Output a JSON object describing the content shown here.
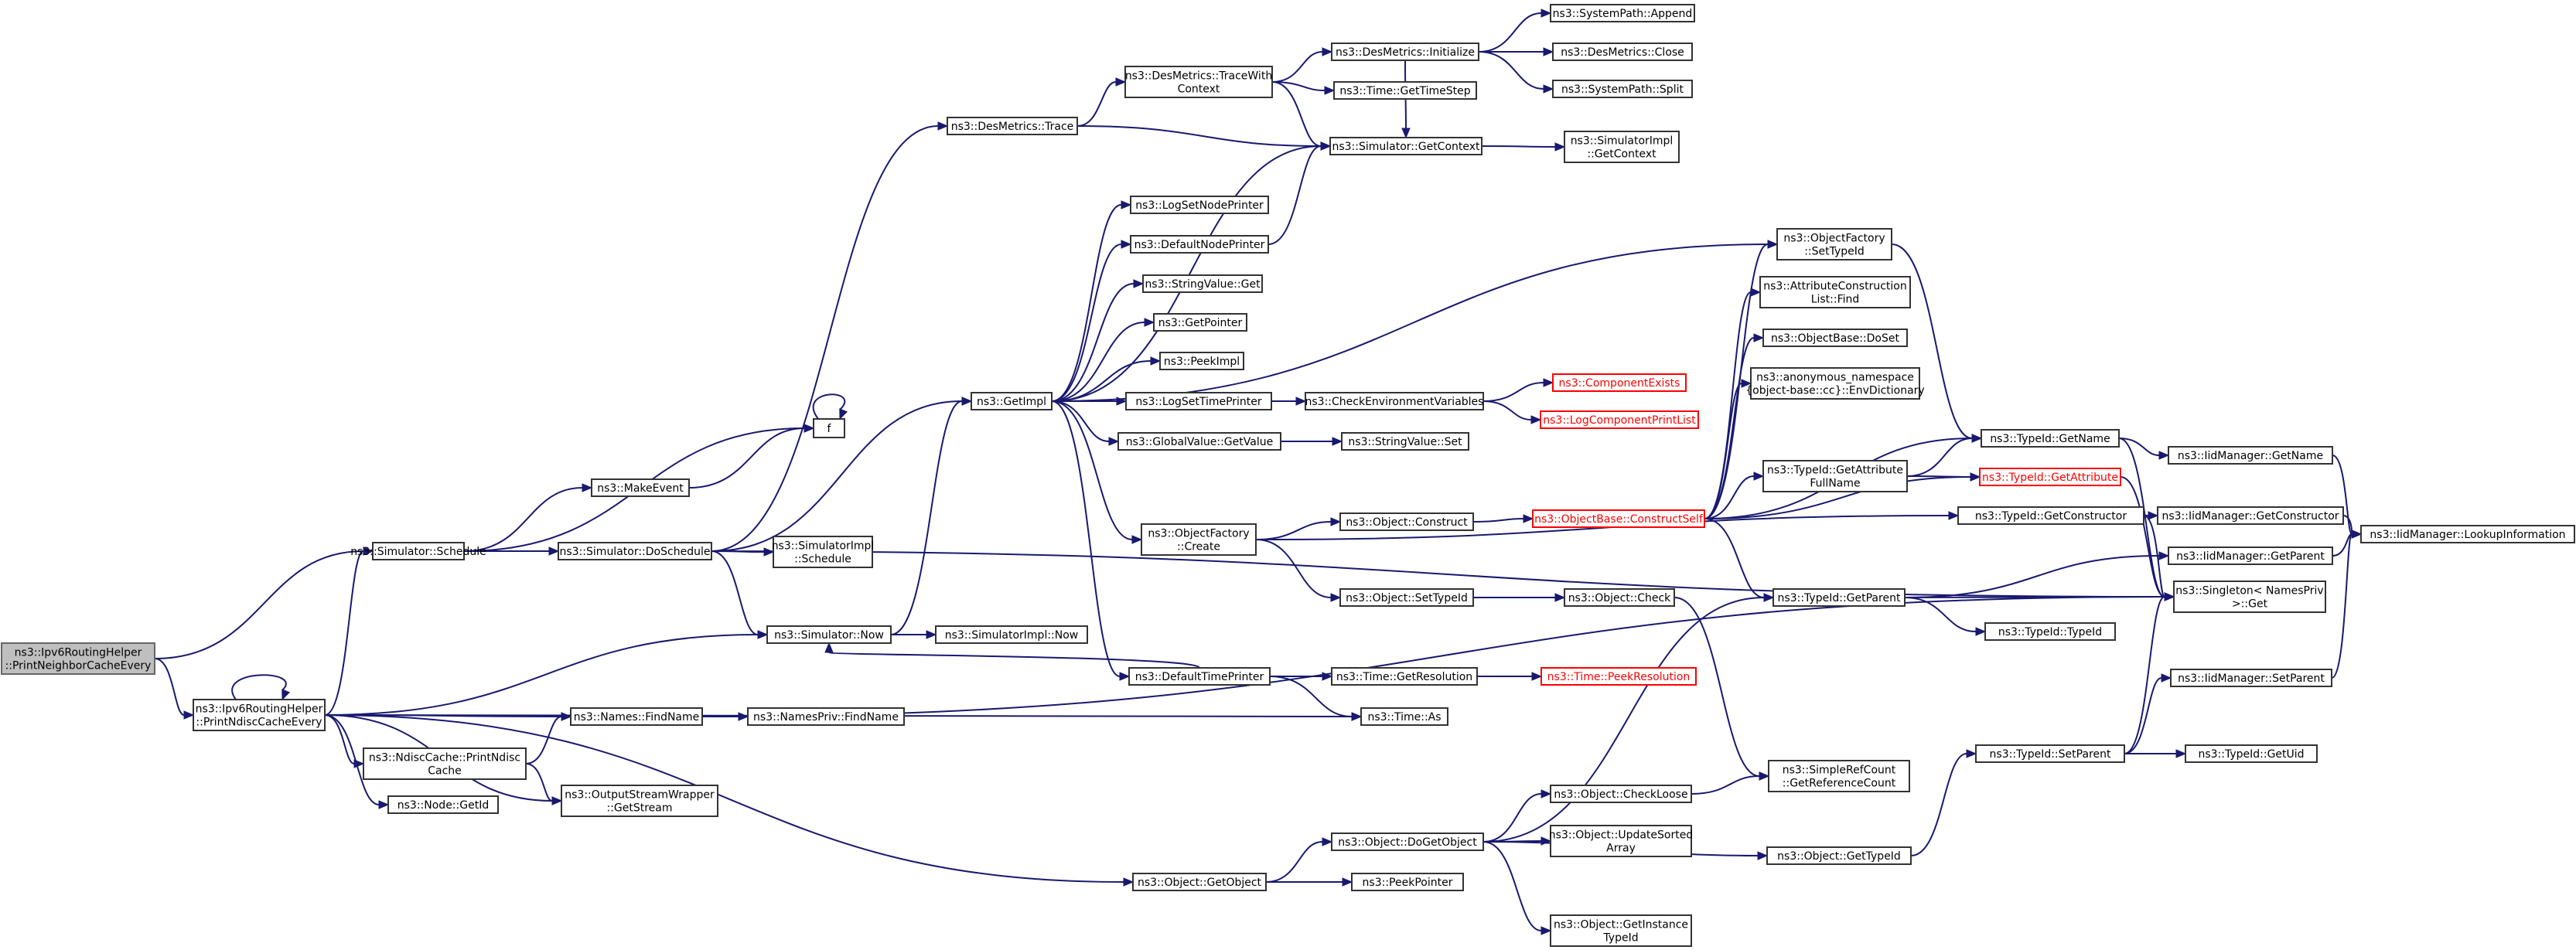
{
  "nodes": [
    {
      "id": "n_root",
      "lines": [
        "ns3::Ipv6RoutingHelper",
        "::PrintNeighborCacheEvery"
      ],
      "style": "grey"
    },
    {
      "id": "n_pnce",
      "lines": [
        "ns3::Ipv6RoutingHelper",
        "::PrintNdiscCacheEvery"
      ],
      "style": "normal"
    },
    {
      "id": "n_sched",
      "lines": [
        "ns3::Simulator::Schedule"
      ],
      "style": "normal"
    },
    {
      "id": "n_doSched",
      "lines": [
        "ns3::Simulator::DoSchedule"
      ],
      "style": "normal"
    },
    {
      "id": "n_makeEvent",
      "lines": [
        "ns3::MakeEvent"
      ],
      "style": "normal"
    },
    {
      "id": "n_f",
      "lines": [
        "f"
      ],
      "style": "normal"
    },
    {
      "id": "n_simImplSched",
      "lines": [
        "ns3::SimulatorImpl",
        "::Schedule"
      ],
      "style": "normal"
    },
    {
      "id": "n_simNow",
      "lines": [
        "ns3::Simulator::Now"
      ],
      "style": "normal"
    },
    {
      "id": "n_simImplNow",
      "lines": [
        "ns3::SimulatorImpl::Now"
      ],
      "style": "normal"
    },
    {
      "id": "n_namesFind",
      "lines": [
        "ns3::Names::FindName"
      ],
      "style": "normal"
    },
    {
      "id": "n_namesPrivFind",
      "lines": [
        "ns3::NamesPriv::FindName"
      ],
      "style": "normal"
    },
    {
      "id": "n_ndiscPrint",
      "lines": [
        "ns3::NdiscCache::PrintNdisc",
        "Cache"
      ],
      "style": "normal"
    },
    {
      "id": "n_nodeGetId",
      "lines": [
        "ns3::Node::GetId"
      ],
      "style": "normal"
    },
    {
      "id": "n_oswGetStream",
      "lines": [
        "ns3::OutputStreamWrapper",
        "::GetStream"
      ],
      "style": "normal"
    },
    {
      "id": "n_getImpl",
      "lines": [
        "ns3::GetImpl"
      ],
      "style": "normal"
    },
    {
      "id": "n_desTrace",
      "lines": [
        "ns3::DesMetrics::Trace"
      ],
      "style": "normal"
    },
    {
      "id": "n_desTraceWith",
      "lines": [
        "ns3::DesMetrics::TraceWith",
        "Context"
      ],
      "style": "normal"
    },
    {
      "id": "n_desInit",
      "lines": [
        "ns3::DesMetrics::Initialize"
      ],
      "style": "normal"
    },
    {
      "id": "n_spAppend",
      "lines": [
        "ns3::SystemPath::Append"
      ],
      "style": "normal"
    },
    {
      "id": "n_desClose",
      "lines": [
        "ns3::DesMetrics::Close"
      ],
      "style": "normal"
    },
    {
      "id": "n_spSplit",
      "lines": [
        "ns3::SystemPath::Split"
      ],
      "style": "normal"
    },
    {
      "id": "n_timeStep",
      "lines": [
        "ns3::Time::GetTimeStep"
      ],
      "style": "normal"
    },
    {
      "id": "n_simGetCtx",
      "lines": [
        "ns3::Simulator::GetContext"
      ],
      "style": "normal"
    },
    {
      "id": "n_simImplGetCtx",
      "lines": [
        "ns3::SimulatorImpl",
        "::GetContext"
      ],
      "style": "normal"
    },
    {
      "id": "n_logSetNode",
      "lines": [
        "ns3::LogSetNodePrinter"
      ],
      "style": "normal"
    },
    {
      "id": "n_defNodePrinter",
      "lines": [
        "ns3::DefaultNodePrinter"
      ],
      "style": "normal"
    },
    {
      "id": "n_strValGet",
      "lines": [
        "ns3::StringValue::Get"
      ],
      "style": "normal"
    },
    {
      "id": "n_getPointer",
      "lines": [
        "ns3::GetPointer"
      ],
      "style": "normal"
    },
    {
      "id": "n_peekImpl",
      "lines": [
        "ns3::PeekImpl"
      ],
      "style": "normal"
    },
    {
      "id": "n_logSetTime",
      "lines": [
        "ns3::LogSetTimePrinter"
      ],
      "style": "normal"
    },
    {
      "id": "n_checkEnv",
      "lines": [
        "ns3::CheckEnvironmentVariables"
      ],
      "style": "normal"
    },
    {
      "id": "n_compExists",
      "lines": [
        "ns3::ComponentExists"
      ],
      "style": "red"
    },
    {
      "id": "n_logCompPrint",
      "lines": [
        "ns3::LogComponentPrintList"
      ],
      "style": "red"
    },
    {
      "id": "n_globalGetVal",
      "lines": [
        "ns3::GlobalValue::GetValue"
      ],
      "style": "normal"
    },
    {
      "id": "n_strValSet",
      "lines": [
        "ns3::StringValue::Set"
      ],
      "style": "normal"
    },
    {
      "id": "n_objFactCreate",
      "lines": [
        "ns3::ObjectFactory",
        "::Create"
      ],
      "style": "normal"
    },
    {
      "id": "n_objConstruct",
      "lines": [
        "ns3::Object::Construct"
      ],
      "style": "normal"
    },
    {
      "id": "n_objSetTypeId",
      "lines": [
        "ns3::Object::SetTypeId"
      ],
      "style": "normal"
    },
    {
      "id": "n_objCheck",
      "lines": [
        "ns3::Object::Check"
      ],
      "style": "normal"
    },
    {
      "id": "n_defTimePrinter",
      "lines": [
        "ns3::DefaultTimePrinter"
      ],
      "style": "normal"
    },
    {
      "id": "n_timeGetRes",
      "lines": [
        "ns3::Time::GetResolution"
      ],
      "style": "normal"
    },
    {
      "id": "n_timePeekRes",
      "lines": [
        "ns3::Time::PeekResolution"
      ],
      "style": "red"
    },
    {
      "id": "n_timeAs",
      "lines": [
        "ns3::Time::As"
      ],
      "style": "normal"
    },
    {
      "id": "n_objFactSetTid",
      "lines": [
        "ns3::ObjectFactory",
        "::SetTypeId"
      ],
      "style": "normal"
    },
    {
      "id": "n_attrConsFind",
      "lines": [
        "ns3::AttributeConstruction",
        "List::Find"
      ],
      "style": "normal"
    },
    {
      "id": "n_objBaseDoSet",
      "lines": [
        "ns3::ObjectBase::DoSet"
      ],
      "style": "normal"
    },
    {
      "id": "n_anonEnv",
      "lines": [
        "ns3::anonymous_namespace",
        "{object-base::cc}::EnvDictionary"
      ],
      "style": "normal"
    },
    {
      "id": "n_objBaseConstructSelf",
      "lines": [
        "ns3::ObjectBase::ConstructSelf"
      ],
      "style": "red"
    },
    {
      "id": "n_tidGetAttrFull",
      "lines": [
        "ns3::TypeId::GetAttribute",
        "FullName"
      ],
      "style": "normal"
    },
    {
      "id": "n_tidGetName",
      "lines": [
        "ns3::TypeId::GetName"
      ],
      "style": "normal"
    },
    {
      "id": "n_tidGetAttr",
      "lines": [
        "ns3::TypeId::GetAttribute"
      ],
      "style": "red"
    },
    {
      "id": "n_tidGetCons",
      "lines": [
        "ns3::TypeId::GetConstructor"
      ],
      "style": "normal"
    },
    {
      "id": "n_tidGetParent",
      "lines": [
        "ns3::TypeId::GetParent"
      ],
      "style": "normal"
    },
    {
      "id": "n_tidTypeId",
      "lines": [
        "ns3::TypeId::TypeId"
      ],
      "style": "normal"
    },
    {
      "id": "n_iidGetName",
      "lines": [
        "ns3::IidManager::GetName"
      ],
      "style": "normal"
    },
    {
      "id": "n_iidGetCons",
      "lines": [
        "ns3::IidManager::GetConstructor"
      ],
      "style": "normal"
    },
    {
      "id": "n_iidGetParent",
      "lines": [
        "ns3::IidManager::GetParent"
      ],
      "style": "normal"
    },
    {
      "id": "n_iidLookup",
      "lines": [
        "ns3::IidManager::LookupInformation"
      ],
      "style": "normal"
    },
    {
      "id": "n_singletonGet",
      "lines": [
        "ns3::Singleton< NamesPriv",
        ">::Get"
      ],
      "style": "normal"
    },
    {
      "id": "n_iidSetParent",
      "lines": [
        "ns3::IidManager::SetParent"
      ],
      "style": "normal"
    },
    {
      "id": "n_tidSetParent",
      "lines": [
        "ns3::TypeId::SetParent"
      ],
      "style": "normal"
    },
    {
      "id": "n_tidGetUid",
      "lines": [
        "ns3::TypeId::GetUid"
      ],
      "style": "normal"
    },
    {
      "id": "n_simpleRefCount",
      "lines": [
        "ns3::SimpleRefCount",
        "::GetReferenceCount"
      ],
      "style": "normal"
    },
    {
      "id": "n_objCheckLoose",
      "lines": [
        "ns3::Object::CheckLoose"
      ],
      "style": "normal"
    },
    {
      "id": "n_objDoGetObj",
      "lines": [
        "ns3::Object::DoGetObject"
      ],
      "style": "normal"
    },
    {
      "id": "n_objUpdSorted",
      "lines": [
        "ns3::Object::UpdateSorted",
        "Array"
      ],
      "style": "normal"
    },
    {
      "id": "n_objGetTid",
      "lines": [
        "ns3::Object::GetTypeId"
      ],
      "style": "normal"
    },
    {
      "id": "n_objGetInstTid",
      "lines": [
        "ns3::Object::GetInstance",
        "TypeId"
      ],
      "style": "normal"
    },
    {
      "id": "n_objGetObj",
      "lines": [
        "ns3::Object::GetObject"
      ],
      "style": "normal"
    },
    {
      "id": "n_peekPointer",
      "lines": [
        "ns3::PeekPointer"
      ],
      "style": "normal"
    }
  ]
}
